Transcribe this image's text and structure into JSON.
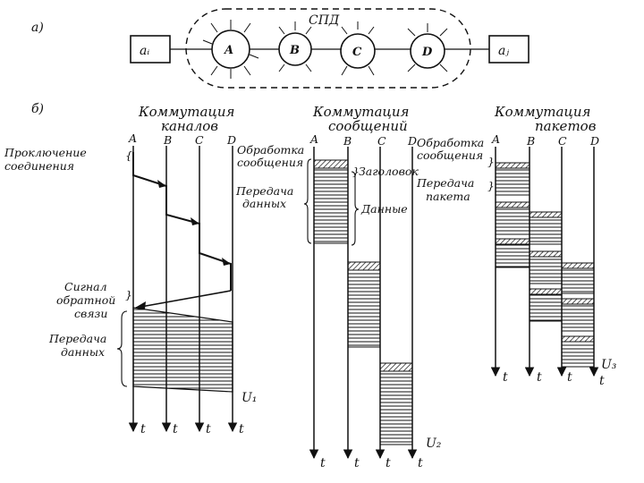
{
  "part_a": {
    "label": "а)",
    "network_label": "СПД",
    "source_node": "aᵢ",
    "dest_node": "aⱼ",
    "nodes": [
      "A",
      "B",
      "C",
      "D"
    ]
  },
  "part_b": {
    "label": "б)",
    "time_symbol": "t",
    "circuit": {
      "title_line1": "Коммутация",
      "title_line2": "каналов",
      "nodes": [
        "A",
        "B",
        "C",
        "D"
      ],
      "connection_setup": [
        "Проключение",
        "соединения"
      ],
      "processing": [
        "Обработка",
        "сообщения"
      ],
      "transfer": [
        "Передача",
        "данных"
      ],
      "feedback": [
        "Сигнал",
        "обратной",
        "связи"
      ],
      "transfer2": [
        "Передача",
        "данных"
      ],
      "end_label": "U₁"
    },
    "message": {
      "title_line1": "Коммутация",
      "title_line2": "сообщений",
      "nodes": [
        "A",
        "B",
        "C",
        "D"
      ],
      "header": "Заголовок",
      "data": "Данные",
      "end_label": "U₂"
    },
    "packet": {
      "title_line1": "Коммутация",
      "title_line2": "пакетов",
      "nodes": [
        "A",
        "B",
        "C",
        "D"
      ],
      "processing": [
        "Обработка",
        "сообщения"
      ],
      "transfer": [
        "Передача",
        "пакета"
      ],
      "end_label": "U₃"
    }
  }
}
